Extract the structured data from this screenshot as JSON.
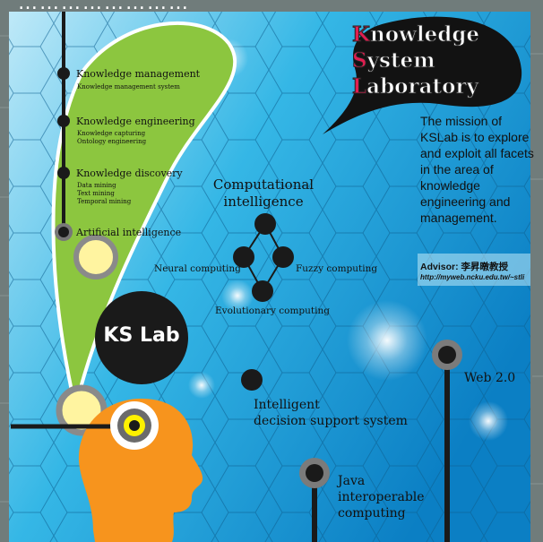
{
  "header": {
    "strip_text": "……………………"
  },
  "lab_title": {
    "line1_cap": "K",
    "line1_rest": "nowledge",
    "line2_cap": "S",
    "line2_rest": "ystem",
    "line3_cap": "L",
    "line3_rest": "aboratory"
  },
  "mission": "The mission of KSLab is to explore and exploit all facets in the area of knowledge engineering and management.",
  "advisor": {
    "label": "Advisor: 李昇暾教授",
    "url": "http://myweb.ncku.edu.tw/~stli"
  },
  "branches": [
    {
      "title": "Knowledge management",
      "subs": [
        "Knowledge management system"
      ]
    },
    {
      "title": "Knowledge engineering",
      "subs": [
        "Knowledge capturing",
        "Ontology engineering"
      ]
    },
    {
      "title": "Knowledge discovery",
      "subs": [
        "Data mining",
        "Text mining",
        "Temporal mining"
      ]
    },
    {
      "title": "Artificial intelligence",
      "subs": []
    }
  ],
  "computational_intelligence": {
    "title_line1": "Computational",
    "title_line2": "intelligence",
    "neural": "Neural computing",
    "fuzzy": "Fuzzy computing",
    "evolutionary": "Evolutionary computing"
  },
  "ks_lab_label": "KS Lab",
  "idss": {
    "line1": "Intelligent",
    "line2": "decision support system"
  },
  "web20": "Web 2.0",
  "java": {
    "line1": "Java",
    "line2": "interoperable",
    "line3": "computing"
  },
  "colors": {
    "sky_light": "#bfe9f8",
    "sky_mid": "#35b7e6",
    "sky_deep": "#0b7fc4",
    "leaf_green": "#8cc63f",
    "head_orange": "#f7941d",
    "title_red": "#e01e50",
    "node_black": "#1a1a1a",
    "ring_grey": "#7b7b7b",
    "glow_yellow": "#fff4a0"
  },
  "icons": [
    "speech-bubble-icon",
    "head-silhouette-icon",
    "leaf-bubble-icon",
    "hexagon-grid-pattern"
  ]
}
